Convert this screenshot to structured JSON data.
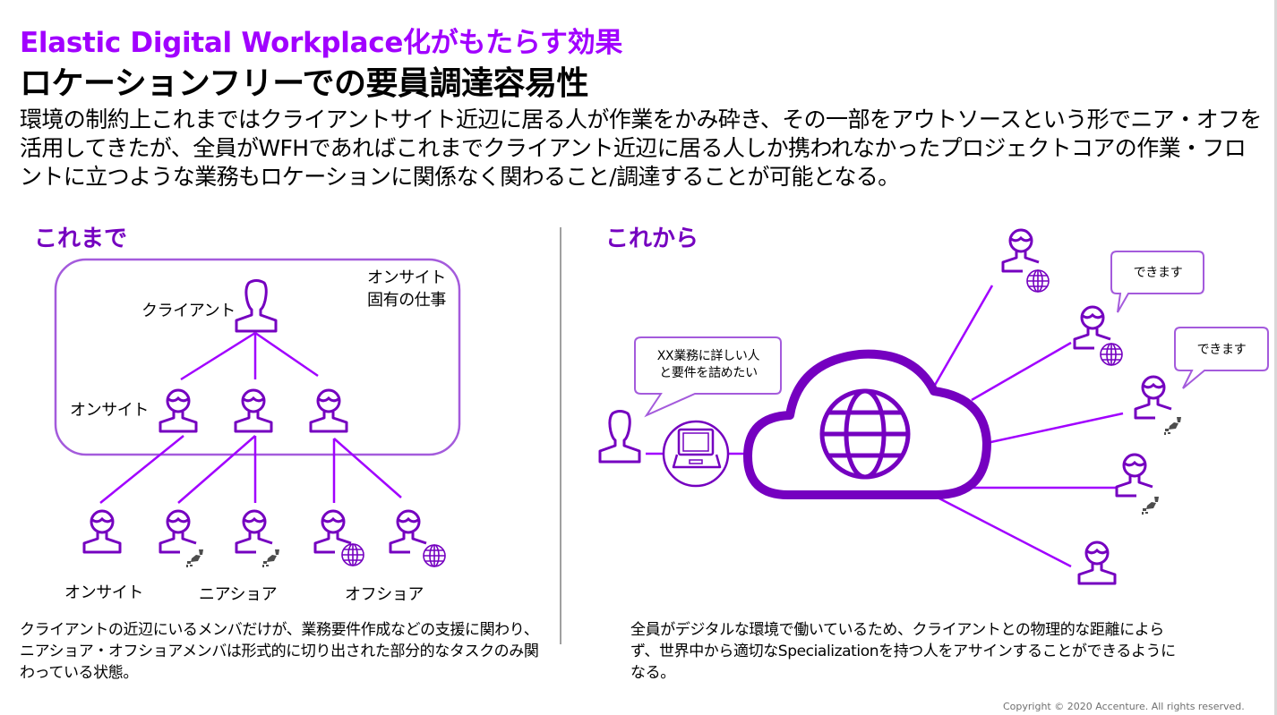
{
  "header": {
    "title": "Elastic Digital Workplace化がもたらす効果",
    "subtitle": "ロケーションフリーでの要員調達容易性",
    "lead": "環境の制約上これまではクライアントサイト近辺に居る人が作業をかみ砕き、その一部をアウトソースという形でニア・オフを活用してきたが、全員がWFHであればこれまでクライアント近辺に居る人しか携われなかったプロジェクトコアの作業・フロントに立つような業務もロケーションに関係なく関わること/調達することが可能となる。"
  },
  "before": {
    "heading": "これまで",
    "box_label_line1": "オンサイト",
    "box_label_line2": "固有の仕事",
    "client_label": "クライアント",
    "onsite_label": "オンサイト",
    "bottom_labels": [
      "オンサイト",
      "ニアショア",
      "オフショア"
    ],
    "description": "クライアントの近辺にいるメンバだけが、業務要件作成などの支援に関わり、ニアショア・オフショアメンバは形式的に切り出された部分的なタスクのみ関わっている状態。"
  },
  "after": {
    "heading": "これから",
    "request_bubble_line1": "XX業務に詳しい人",
    "request_bubble_line2": "と要件を詰めたい",
    "reply_bubbles": [
      "できます",
      "できます"
    ],
    "description": "全員がデジタルな環境で働いているため、クライアントとの物理的な距離によらず、世界中から適切なSpecializationを持つ人をアサインすることができるようになる。"
  },
  "footer": {
    "copyright": "Copyright © 2020 Accenture. All rights reserved."
  },
  "colors": {
    "accent": "#a100ff",
    "accent_dark": "#7500c0",
    "japan_icon": "#4d4d4d"
  }
}
